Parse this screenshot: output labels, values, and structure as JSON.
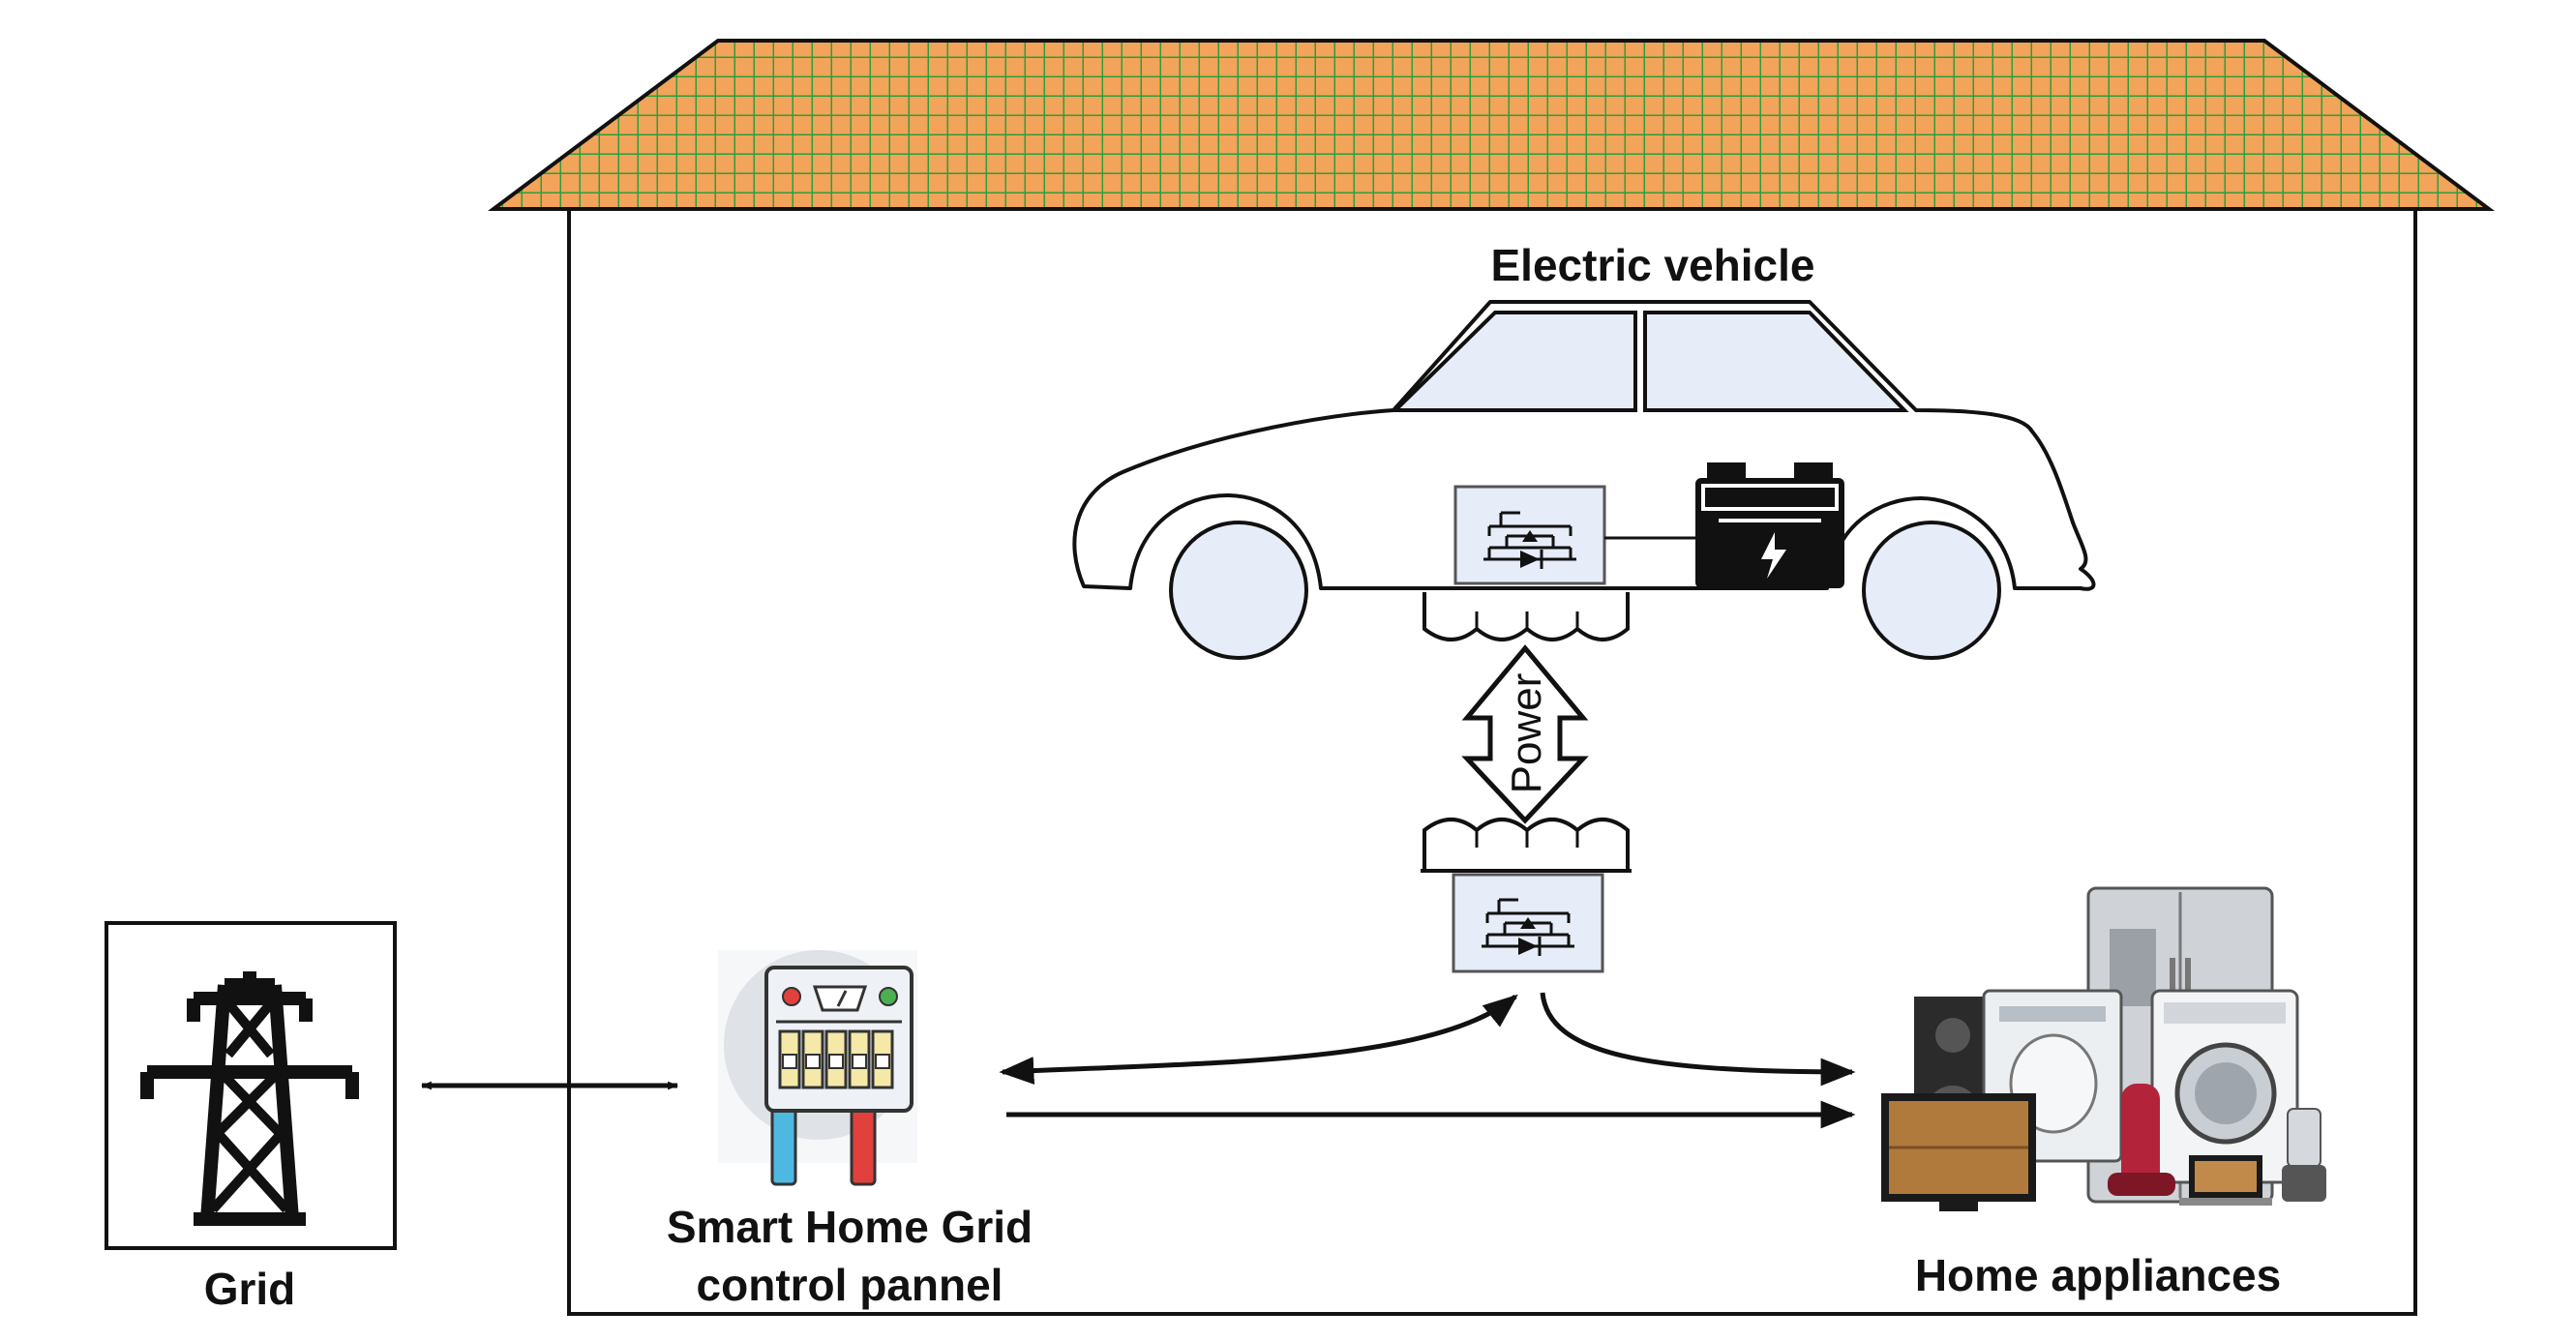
{
  "labels": {
    "electric_vehicle": "Electric vehicle",
    "power": "Power",
    "grid": "Grid",
    "control_panel_line1": "Smart Home Grid",
    "control_panel_line2": "control pannel",
    "home_appliances": "Home appliances"
  },
  "icons": {
    "grid": "transmission-tower-icon",
    "control_panel": "control-panel-icon",
    "battery": "battery-icon",
    "converter": "power-converter-icon",
    "appliances": "home-appliances-icon"
  },
  "colors": {
    "roof_fill": "#f2a45a",
    "roof_grid": "#2e9e3c",
    "window_fill": "#e6ecf8",
    "converter_fill": "#e6ecf8",
    "panel_circle": "#dfe3e8",
    "panel_body": "#eef1f5",
    "panel_switch": "#f4e9a8",
    "cable_blue": "#4fb8e0",
    "cable_red": "#e0413d",
    "line": "#111111"
  }
}
